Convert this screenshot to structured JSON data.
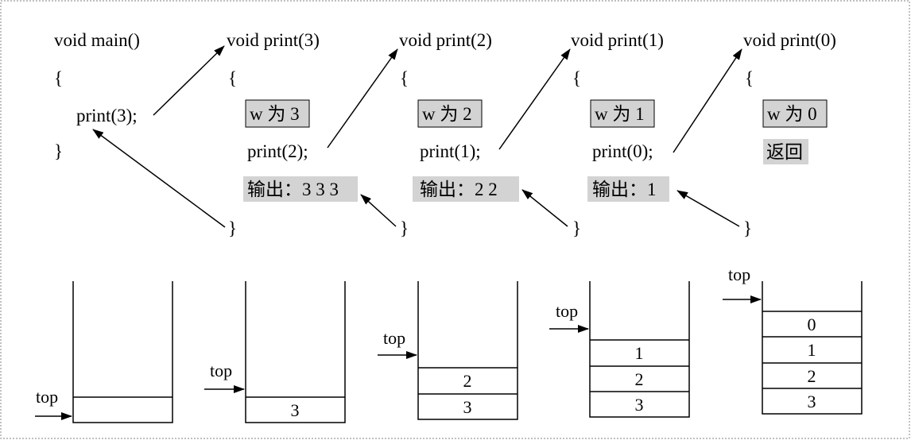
{
  "functions": [
    {
      "id": "main",
      "signature": "void main()",
      "open_brace": "{",
      "call": "print(3);",
      "close_brace": "}"
    },
    {
      "id": "print3",
      "signature": "void print(3)",
      "open_brace": "{",
      "assign": "w 为 3",
      "call": "print(2);",
      "output": "输出：3 3 3",
      "close_brace": "}"
    },
    {
      "id": "print2",
      "signature": "void print(2)",
      "open_brace": "{",
      "assign": "w 为 2",
      "call": "print(1);",
      "output": "输出：2 2",
      "close_brace": "}"
    },
    {
      "id": "print1",
      "signature": "void print(1)",
      "open_brace": "{",
      "assign": "w 为 1",
      "call": "print(0);",
      "output": "输出：1",
      "close_brace": "}"
    },
    {
      "id": "print0",
      "signature": "void print(0)",
      "open_brace": "{",
      "assign": "w 为 0",
      "return": "返回",
      "close_brace": "}"
    }
  ],
  "stacks": [
    {
      "pointer": "top",
      "cells": [
        ""
      ]
    },
    {
      "pointer": "top",
      "cells": [
        "3"
      ]
    },
    {
      "pointer": "top",
      "cells": [
        "2",
        "3"
      ]
    },
    {
      "pointer": "top",
      "cells": [
        "1",
        "2",
        "3"
      ]
    },
    {
      "pointer": "top",
      "cells": [
        "0",
        "1",
        "2",
        "3"
      ]
    }
  ],
  "colors": {
    "highlight": "#d3d3d3",
    "ink": "#000000",
    "frame": "#9a9a9a"
  }
}
